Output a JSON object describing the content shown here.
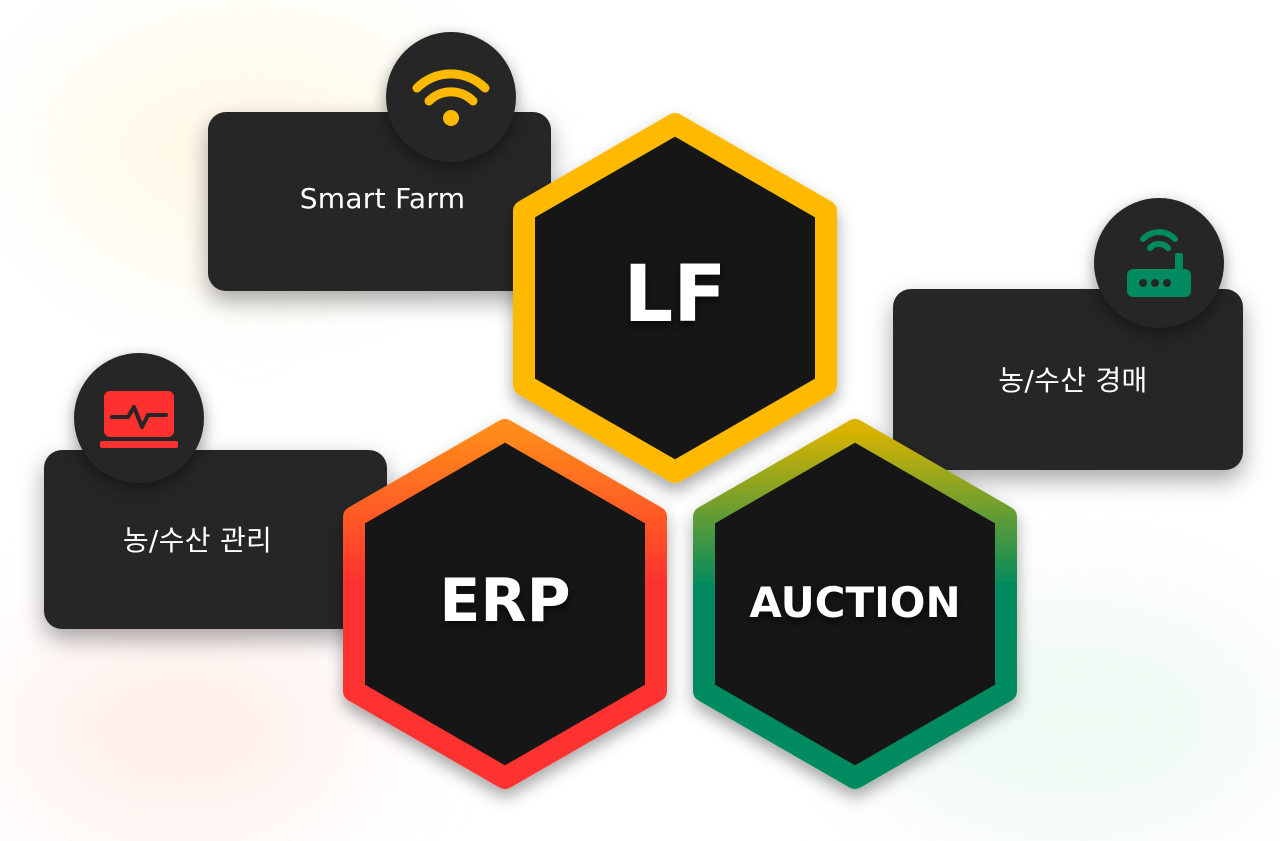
{
  "center": {
    "label": "LF"
  },
  "left_hex": {
    "label": "ERP"
  },
  "right_hex": {
    "label": "AUCTION"
  },
  "cards": {
    "smart_farm": {
      "label": "Smart Farm",
      "icon": "wifi-icon",
      "icon_color": "#FFBA00"
    },
    "management": {
      "label": "농/수산 관리",
      "icon": "monitor-pulse-icon",
      "icon_color": "#FF3030"
    },
    "auction": {
      "label": "농/수산 경매",
      "icon": "router-icon",
      "icon_color": "#008A60"
    }
  },
  "colors": {
    "lf_border": "#FFBA00",
    "erp_border_top": "#FF8C1A",
    "erp_border_bottom": "#FF3030",
    "auction_border_top": "#D9B300",
    "auction_border_bottom": "#008A60",
    "hex_fill": "#181818",
    "card_fill": "#262626"
  }
}
